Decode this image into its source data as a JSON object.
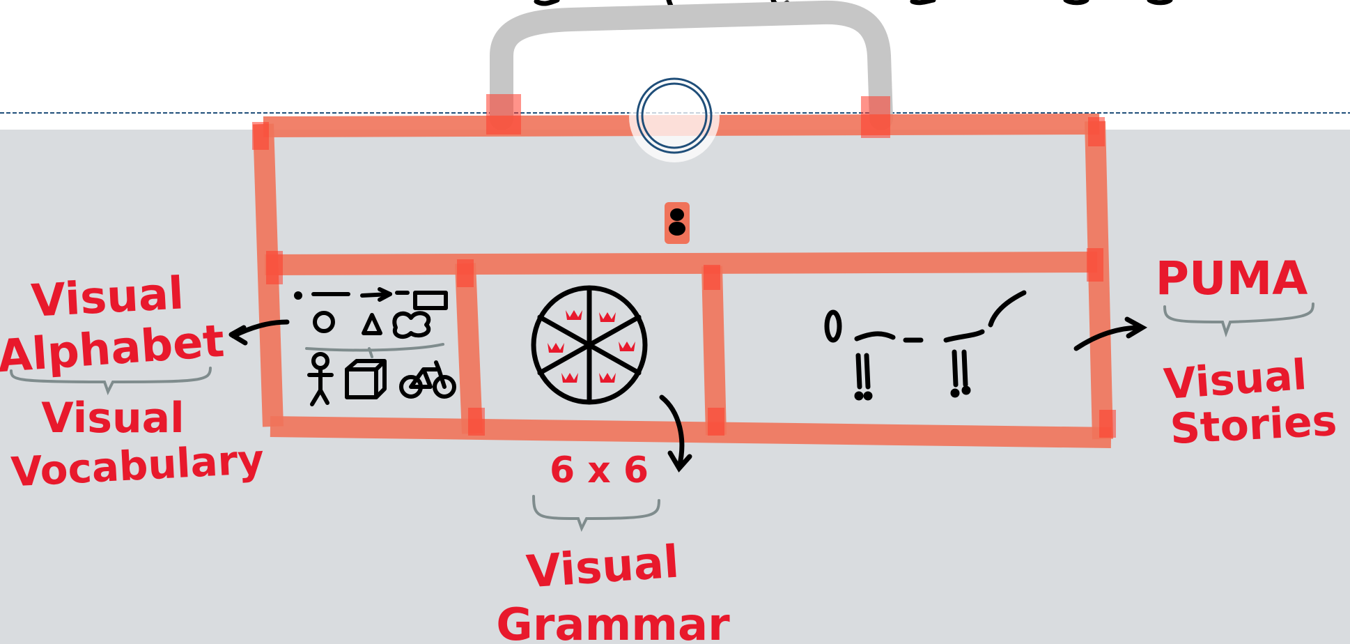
{
  "colors": {
    "lower_background": "#d9dcdf",
    "upper_background": "#ffffff",
    "toolbox_frame": "#f0735a",
    "toolbox_frame_dark": "#ff3b2a",
    "handle": "#c6c6c6",
    "ink_black": "#000000",
    "ink_red": "#e8192c",
    "brace_gray": "#7f8c8d",
    "ring": "#1f4e79",
    "guide_line": "#1f4e79"
  },
  "icons": {
    "lock": "keyhole-lock-icon",
    "pie": "six-segment-pie-icon",
    "stick_figure": "stick-figure-icon",
    "cube": "cube-icon",
    "bicycle": "bicycle-icon",
    "circle": "circle-shape-icon",
    "triangle": "triangle-shape-icon",
    "cloud": "cloud-shape-icon",
    "rectangle": "rectangle-shape-icon"
  },
  "labels": {
    "left_top_line1": "Visual",
    "left_top_line2": "Alphabet",
    "left_bottom_line1": "Visual",
    "left_bottom_line2": "Vocabulary",
    "middle_top": "6 x 6",
    "middle_bottom_line1": "Visual",
    "middle_bottom_line2": "Grammar",
    "right_top": "PUMA",
    "right_bottom_line1": "Visual",
    "right_bottom_line2": "Stories"
  }
}
